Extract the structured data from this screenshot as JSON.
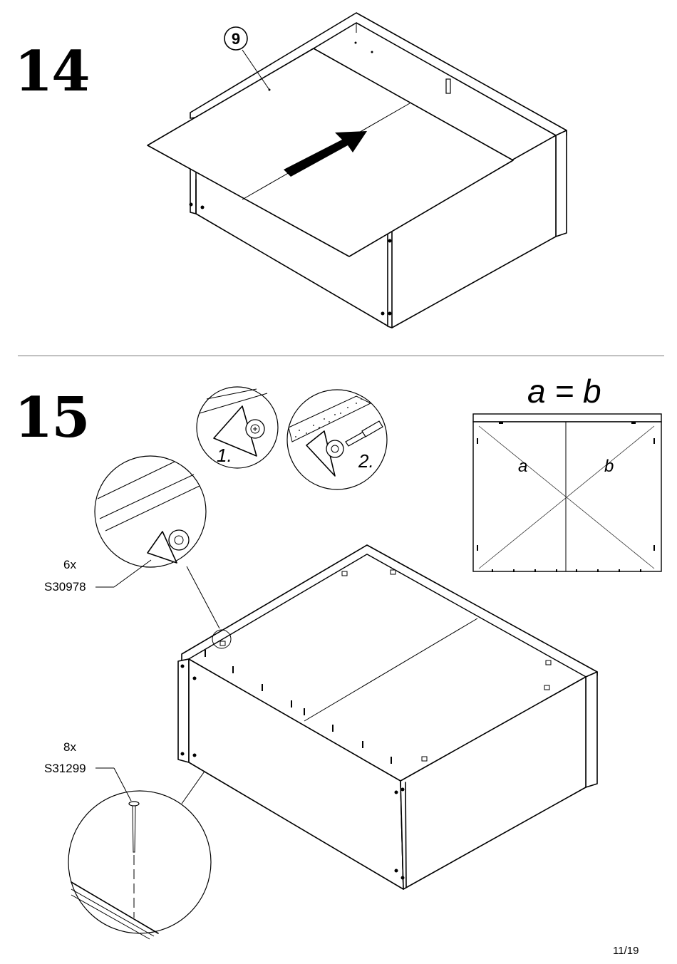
{
  "steps": {
    "step14": {
      "number": "14",
      "part_callout": "9"
    },
    "step15": {
      "number": "15",
      "detail_labels": [
        "1.",
        "2."
      ],
      "equation": "a = b",
      "diagonal_labels": {
        "a": "a",
        "b": "b"
      },
      "hardware": [
        {
          "quantity": "6x",
          "part_code": "S30978",
          "icon": "plastic-corner-bracket-with-screw"
        },
        {
          "quantity": "8x",
          "part_code": "S31299",
          "icon": "nail"
        }
      ]
    }
  },
  "footer": {
    "page_number": "11/19"
  }
}
